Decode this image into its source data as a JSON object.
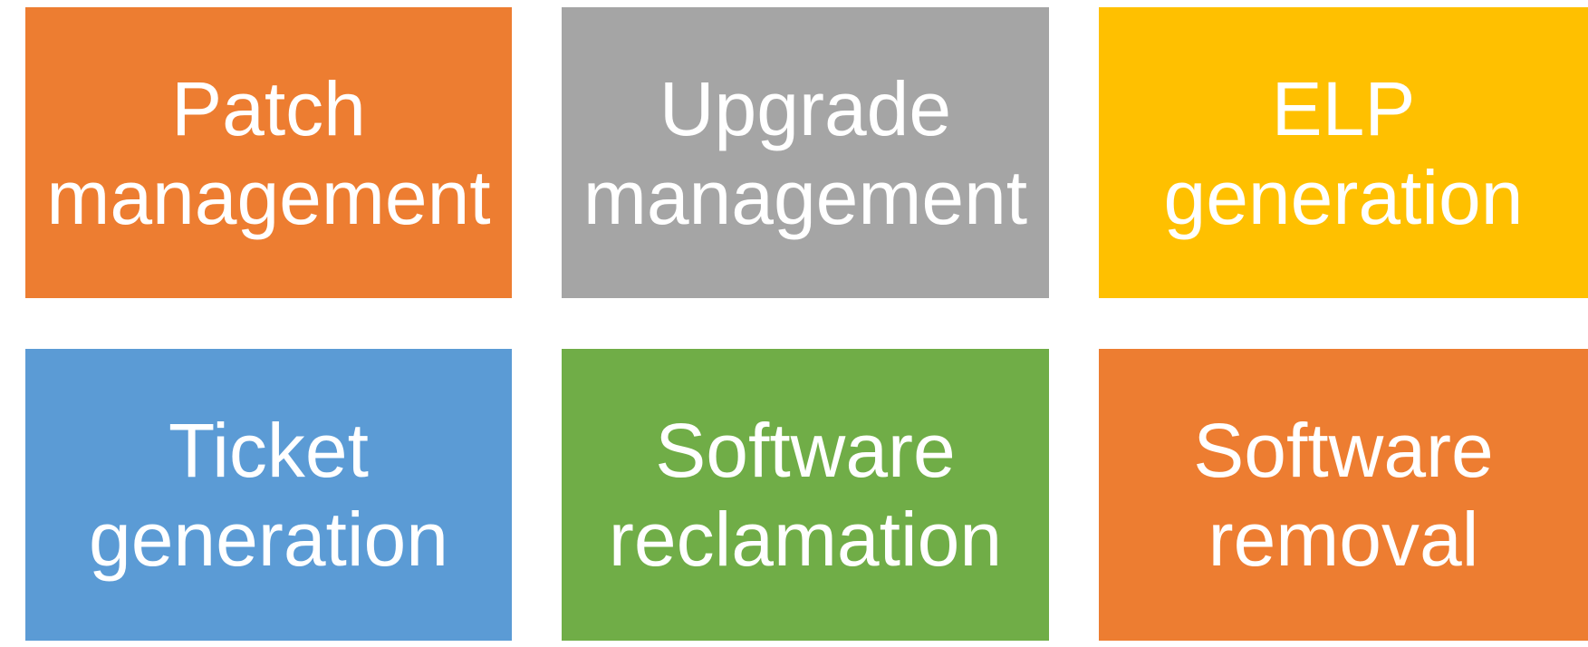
{
  "diagram": {
    "type": "tile-grid",
    "rows": 2,
    "columns": 3,
    "tiles": [
      {
        "line1": "Patch",
        "line2": "management",
        "color": "#ED7D31"
      },
      {
        "line1": "Upgrade",
        "line2": "management",
        "color": "#A5A5A5"
      },
      {
        "line1": "ELP",
        "line2": "generation",
        "color": "#FFC000"
      },
      {
        "line1": "Ticket",
        "line2": "generation",
        "color": "#5B9BD5"
      },
      {
        "line1": "Software",
        "line2": "reclamation",
        "color": "#70AD47"
      },
      {
        "line1": "Software",
        "line2": "removal",
        "color": "#ED7D31"
      }
    ]
  }
}
